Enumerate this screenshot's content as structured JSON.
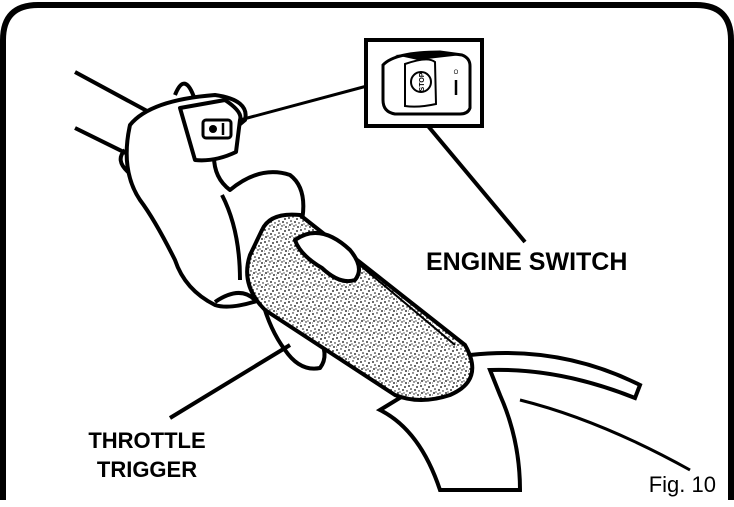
{
  "labels": {
    "engine_switch": "ENGINE SWITCH",
    "throttle_line1": "THROTTLE",
    "throttle_line2": "TRIGGER",
    "figure": "Fig. 10"
  },
  "switch": {
    "brand": "STOP",
    "off_mark": "O",
    "on_mark": "I"
  }
}
